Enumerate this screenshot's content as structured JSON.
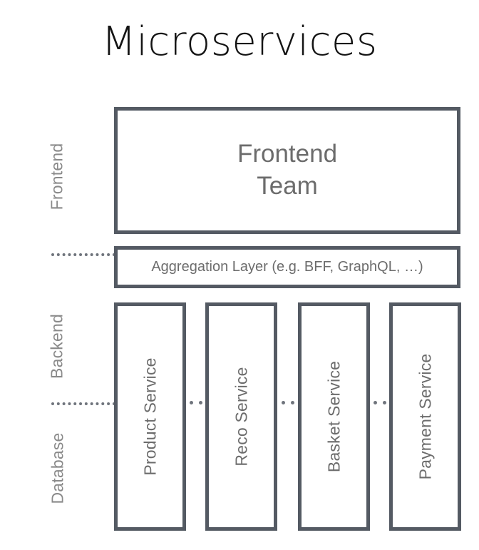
{
  "title": "Microservices",
  "bands": [
    {
      "label": "Frontend"
    },
    {
      "label": "Backend"
    },
    {
      "label": "Database"
    }
  ],
  "frontend_box": {
    "label": "Frontend\nTeam"
  },
  "aggregation_box": {
    "label": "Aggregation Layer (e.g. BFF, GraphQL, …)"
  },
  "services": [
    {
      "label": "Product Service"
    },
    {
      "label": "Reco Service"
    },
    {
      "label": "Basket Service"
    },
    {
      "label": "Payment Service"
    }
  ],
  "colors": {
    "background": "#ffffff",
    "box_border": "#545a63",
    "box_text": "#6c6c6c",
    "band_label": "#8a8a8a",
    "title": "#141414",
    "divider": "#6f747c"
  }
}
